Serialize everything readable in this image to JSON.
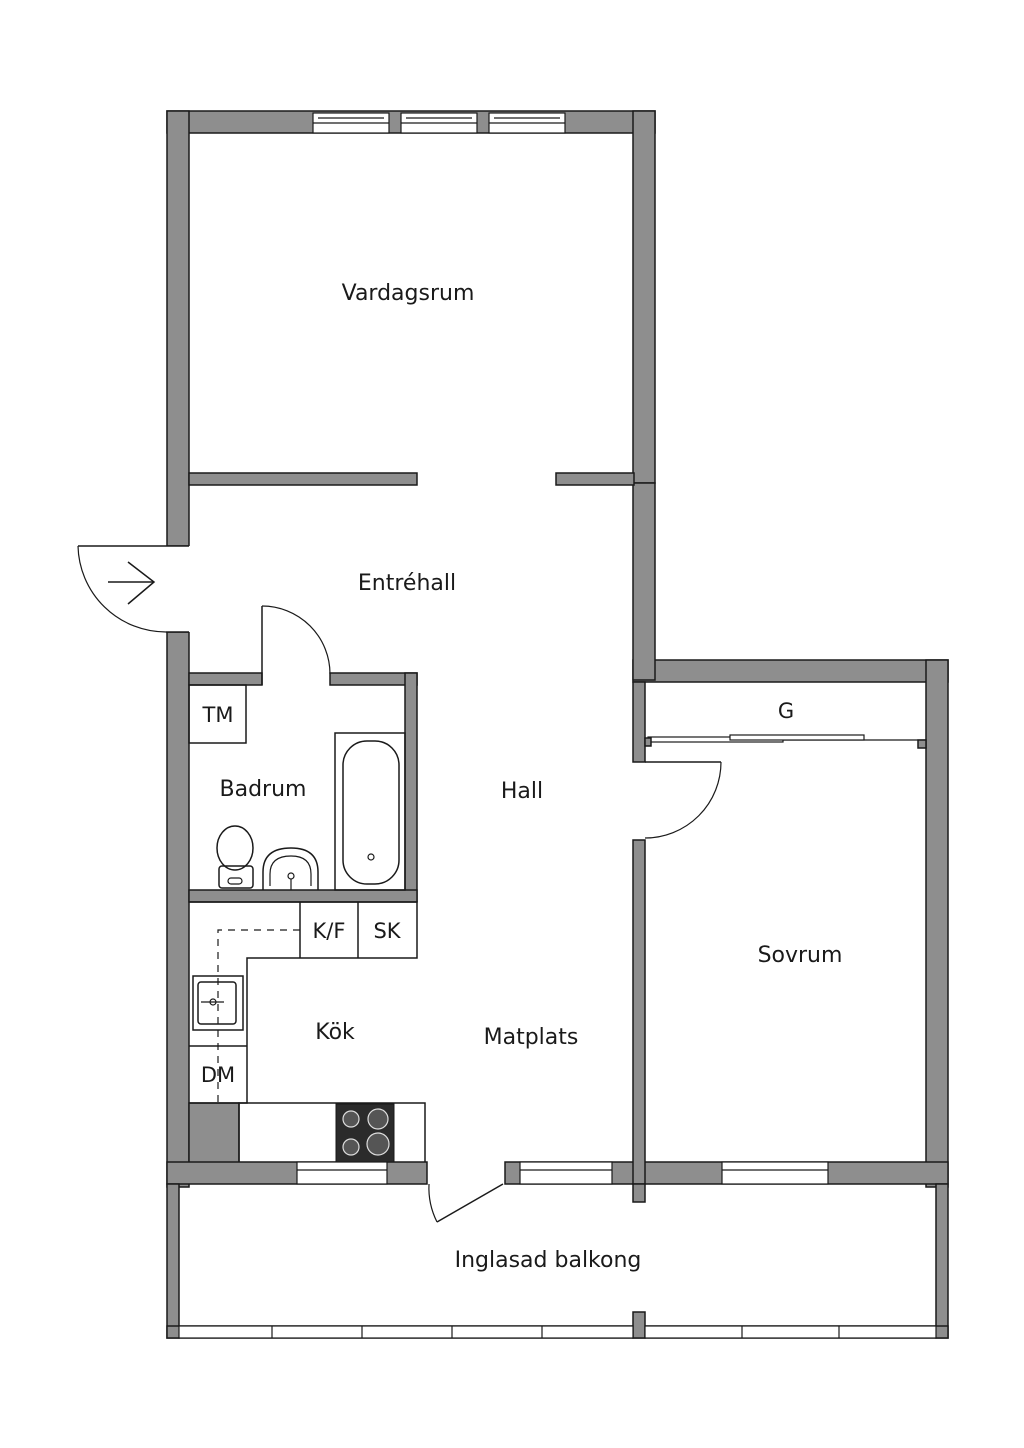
{
  "rooms": {
    "vardagsrum": "Vardagsrum",
    "entrehall": "Entréhall",
    "hall": "Hall",
    "badrum": "Badrum",
    "kok": "Kök",
    "matplats": "Matplats",
    "sovrum": "Sovrum",
    "balkong": "Inglasad balkong"
  },
  "fixtures": {
    "tm": "TM",
    "kf": "K/F",
    "sk": "SK",
    "dm": "DM",
    "g": "G"
  },
  "icons": [
    "entrance-arrow-icon",
    "door-swing-icon",
    "bathtub-icon",
    "toilet-icon",
    "washbasin-icon",
    "kitchen-sink-icon",
    "stove-icon",
    "window-icon"
  ]
}
